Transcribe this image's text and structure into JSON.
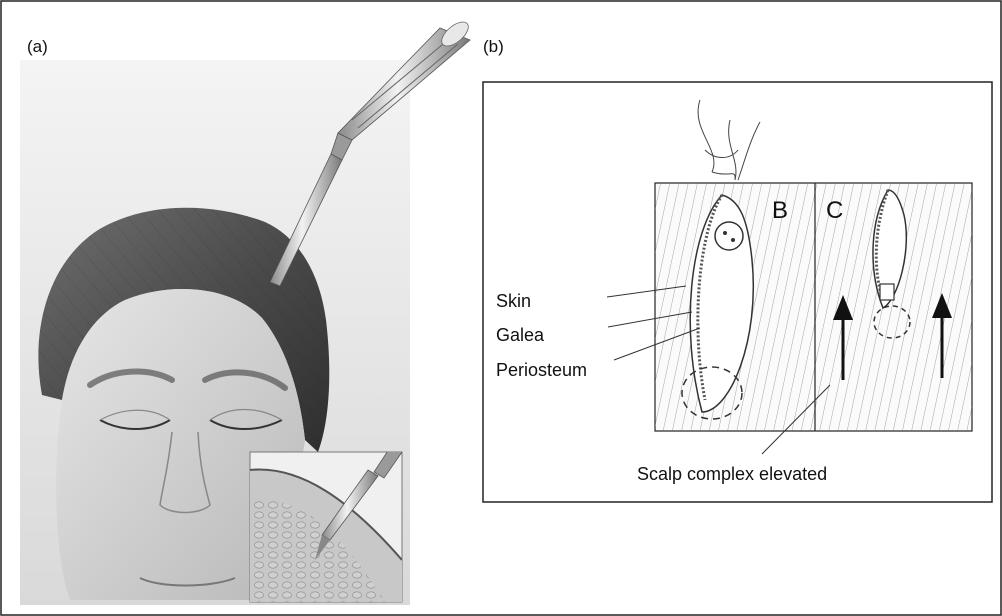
{
  "panel_a": {
    "label": "(a)"
  },
  "panel_b": {
    "label": "(b)",
    "sub_labels": {
      "b": "B",
      "c": "C"
    },
    "callouts": {
      "skin": "Skin",
      "galea": "Galea",
      "periosteum": "Periosteum",
      "scalp": "Scalp complex elevated"
    }
  }
}
